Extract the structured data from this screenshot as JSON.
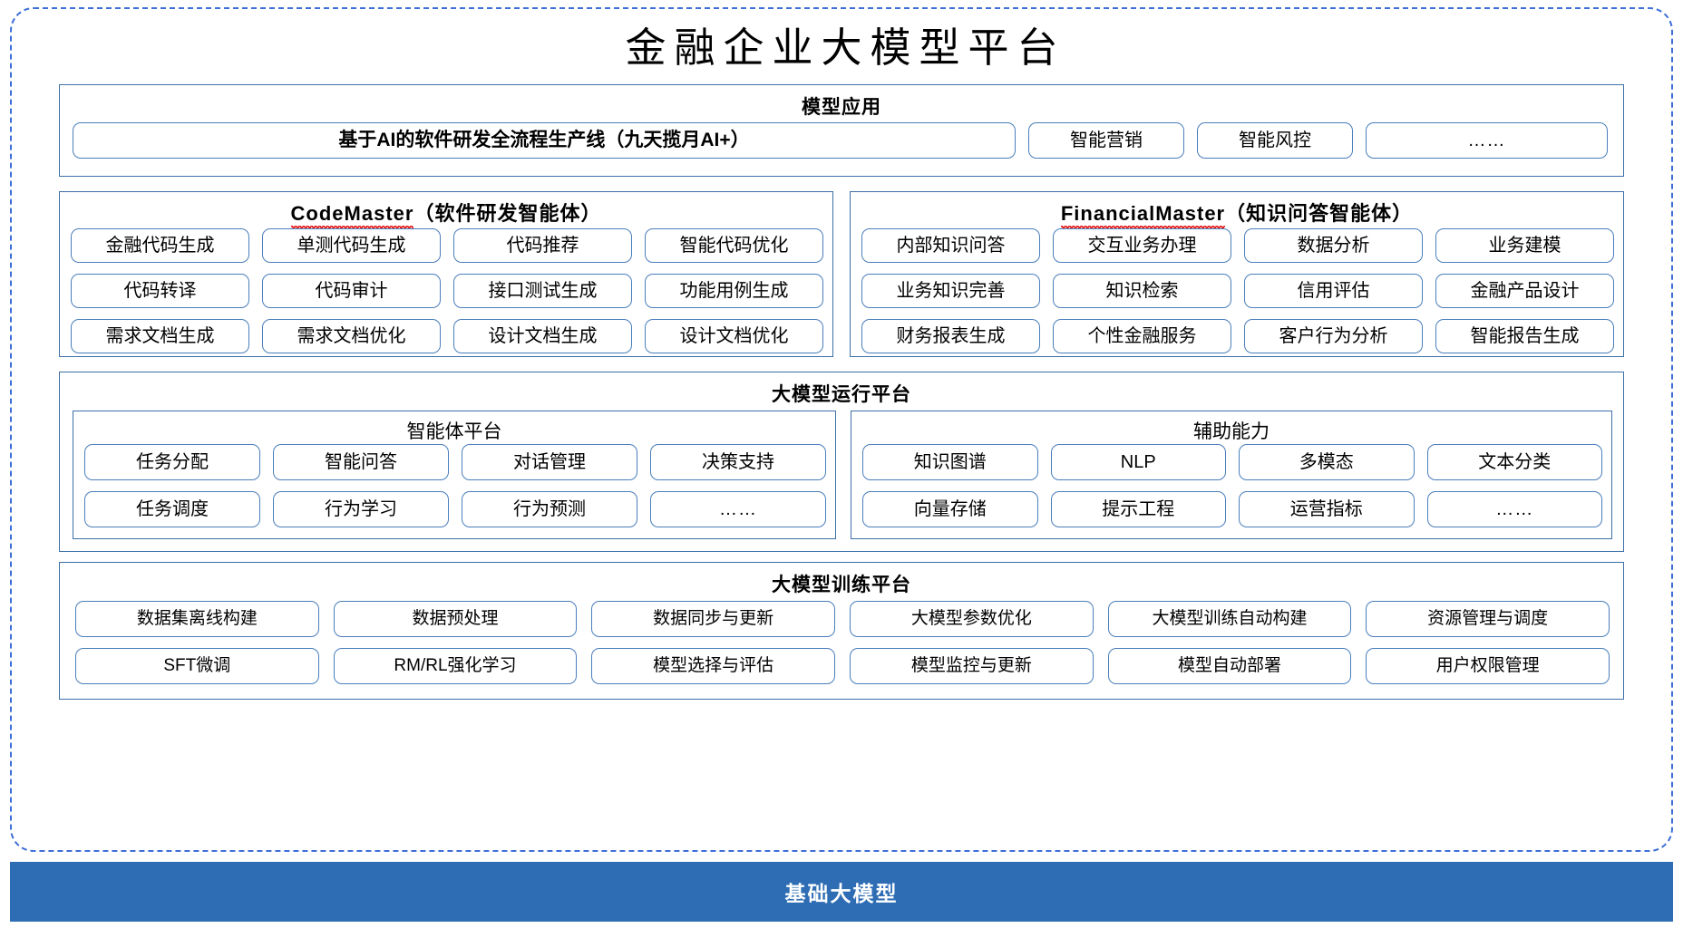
{
  "title": "金融企业大模型平台",
  "colors": {
    "outer_border": "#3d6fd6",
    "panel_border": "#3d6fa8",
    "pill_border": "#4a7ebb",
    "base_bar_bg": "#2e6db4",
    "spellcheck_squiggle": "#e8231f"
  },
  "model_application": {
    "title": "模型应用",
    "items": [
      {
        "label": "基于AI的软件研发全流程生产线（九天揽月AI+）"
      },
      {
        "label": "智能营销"
      },
      {
        "label": "智能风控"
      },
      {
        "label": "……"
      }
    ]
  },
  "agents": [
    {
      "name_latin": "CodeMaster",
      "name_cn": "（软件研发智能体）",
      "items": [
        "金融代码生成",
        "单测代码生成",
        "代码推荐",
        "智能代码优化",
        "代码转译",
        "代码审计",
        "接口测试生成",
        "功能用例生成",
        "需求文档生成",
        "需求文档优化",
        "设计文档生成",
        "设计文档优化"
      ]
    },
    {
      "name_latin": "FinancialMaster",
      "name_cn": "（知识问答智能体）",
      "items": [
        "内部知识问答",
        "交互业务办理",
        "数据分析",
        "业务建模",
        "业务知识完善",
        "知识检索",
        "信用评估",
        "金融产品设计",
        "财务报表生成",
        "个性金融服务",
        "客户行为分析",
        "智能报告生成"
      ]
    }
  ],
  "runtime_platform": {
    "title": "大模型运行平台",
    "groups": [
      {
        "title": "智能体平台",
        "items": [
          "任务分配",
          "智能问答",
          "对话管理",
          "决策支持",
          "任务调度",
          "行为学习",
          "行为预测",
          "……"
        ]
      },
      {
        "title": "辅助能力",
        "items": [
          "知识图谱",
          "NLP",
          "多模态",
          "文本分类",
          "向量存储",
          "提示工程",
          "运营指标",
          "……"
        ]
      }
    ]
  },
  "training_platform": {
    "title": "大模型训练平台",
    "items": [
      "数据集离线构建",
      "数据预处理",
      "数据同步与更新",
      "大模型参数优化",
      "大模型训练自动构建",
      "资源管理与调度",
      "SFT微调",
      "RM/RL强化学习",
      "模型选择与评估",
      "模型监控与更新",
      "模型自动部署",
      "用户权限管理"
    ]
  },
  "base_model": {
    "label": "基础大模型"
  }
}
